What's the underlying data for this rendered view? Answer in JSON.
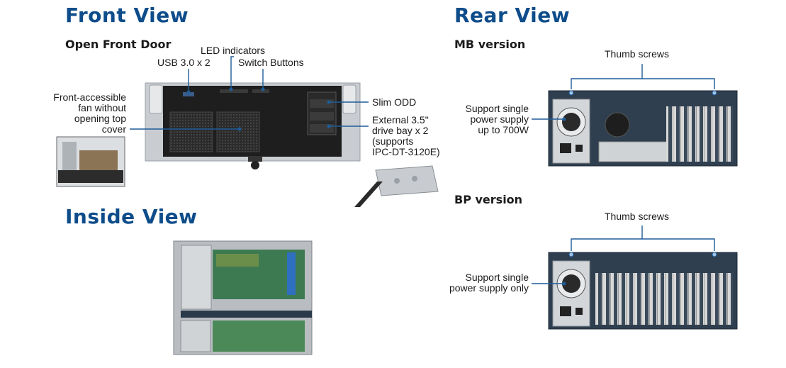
{
  "front": {
    "title": "Front View",
    "subtitle": "Open Front Door",
    "labels": {
      "led": "LED indicators",
      "usb": "USB 3.0 x 2",
      "switch": "Switch Buttons",
      "fan": [
        "Front-accessible",
        "fan without",
        "opening top",
        "cover"
      ],
      "odd": "Slim ODD",
      "bay": [
        "External 3.5\"",
        "drive bay x 2",
        "(supports",
        "IPC-DT-3120E)"
      ]
    }
  },
  "inside": {
    "title": "Inside View"
  },
  "rear": {
    "title": "Rear View",
    "mb": {
      "subtitle": "MB version",
      "thumb": "Thumb screws",
      "psu": [
        "Support single",
        "power supply",
        "up to 700W"
      ]
    },
    "bp": {
      "subtitle": "BP version",
      "thumb": "Thumb screws",
      "psu": [
        "Support single",
        "power supply only"
      ]
    }
  },
  "colors": {
    "title_blue": "#0e4c8a",
    "callout_blue": "#1f5c99",
    "chassis_dark": "#2f3f4f"
  }
}
